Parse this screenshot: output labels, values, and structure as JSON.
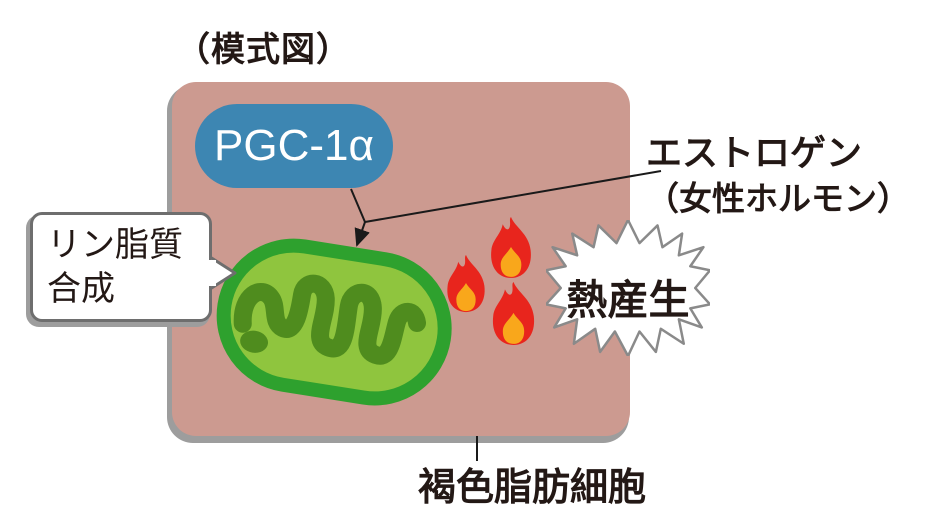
{
  "figure": {
    "caption": "（模式図）",
    "pgc1a_label": "PGC-1α",
    "phospholipid": {
      "line1": "リン脂質",
      "line2": "合成"
    },
    "heat_label": "熱産生",
    "estrogen": {
      "line1": "エストロゲン",
      "line2": "（女性ホルモン）"
    },
    "cell_label": "褐色脂肪細胞"
  },
  "colors": {
    "cell_fill": "#cc9a90",
    "cell_shadow": "#9d9d9d",
    "pgc_pill_fill": "#3d86b2",
    "pgc_text": "#ffffff",
    "mito_outline": "#2ea12e",
    "mito_fill": "#8fc53e",
    "mito_cristae": "#4f8c1e",
    "flame_outer": "#e8251d",
    "flame_inner": "#f9a71b",
    "bubble_border": "#6e6e6e",
    "burst_border": "#8a8a8a",
    "line_color": "#1a1a1a",
    "text_color": "#231815"
  }
}
